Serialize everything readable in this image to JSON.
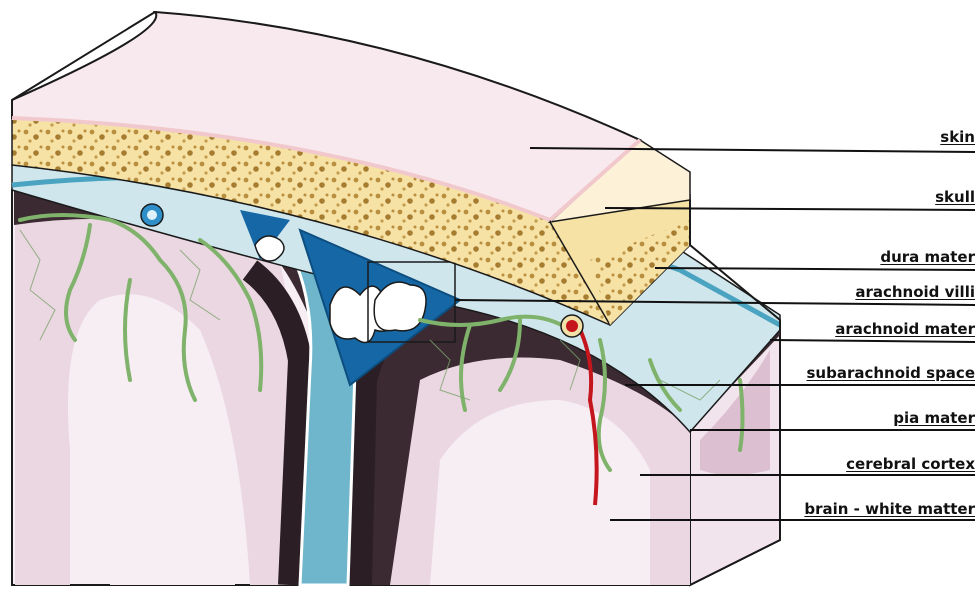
{
  "labels": {
    "skin": "skin",
    "skull": "skull",
    "dura_mater": "dura mater",
    "arachnoid_villi": "arachnoid villi",
    "arachnoid_mater": "arachnoid mater",
    "subarachnoid_space": "subarachnoid space",
    "pia_mater": "pia mater",
    "cerebral_cortex": "cerebral cortex",
    "white_matter": "brain - white matter"
  },
  "colors": {
    "skin": "#f8e9ee",
    "skin_edge": "#f1c9cd",
    "skull": "#f7e2a6",
    "skull_pores": "#b98f3f",
    "dura": "#d3e9ee",
    "arachnoid": "#7fc0d2",
    "sinus": "#1667a5",
    "subarachnoid": "#3b2a32",
    "pia": "#7fb26a",
    "cortex": "#ebd7e2",
    "white_matter": "#f7eef3",
    "vessel_red": "#c4161c"
  }
}
